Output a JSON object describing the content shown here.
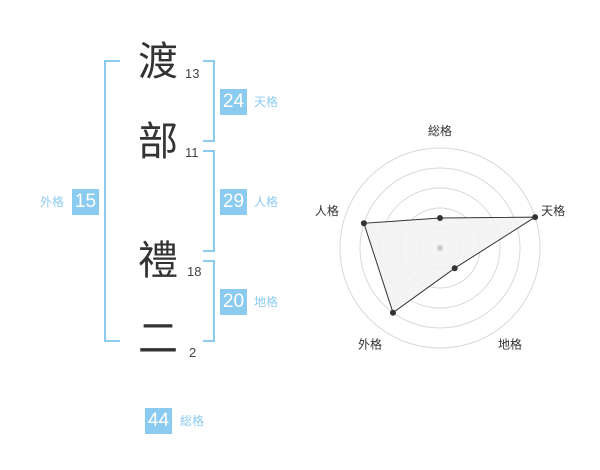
{
  "name": {
    "chars": [
      {
        "char": "渡",
        "strokes": "13"
      },
      {
        "char": "部",
        "strokes": "11"
      },
      {
        "char": "禮",
        "strokes": "18"
      },
      {
        "char": "二",
        "strokes": "2"
      }
    ]
  },
  "kaku": {
    "tenkaku": {
      "value": "24",
      "label": "天格"
    },
    "jinkaku": {
      "value": "29",
      "label": "人格"
    },
    "chikaku": {
      "value": "20",
      "label": "地格"
    },
    "gaikaku": {
      "value": "15",
      "label": "外格"
    },
    "soukaku": {
      "value": "44",
      "label": "総格"
    }
  },
  "colors": {
    "accent": "#8ccbf0",
    "text": "#333333"
  },
  "chart_data": {
    "type": "radar",
    "axes": [
      "総格",
      "天格",
      "地格",
      "外格",
      "人格"
    ],
    "values": [
      0.3,
      1.0,
      0.25,
      0.8,
      0.8
    ],
    "rings": 5
  }
}
